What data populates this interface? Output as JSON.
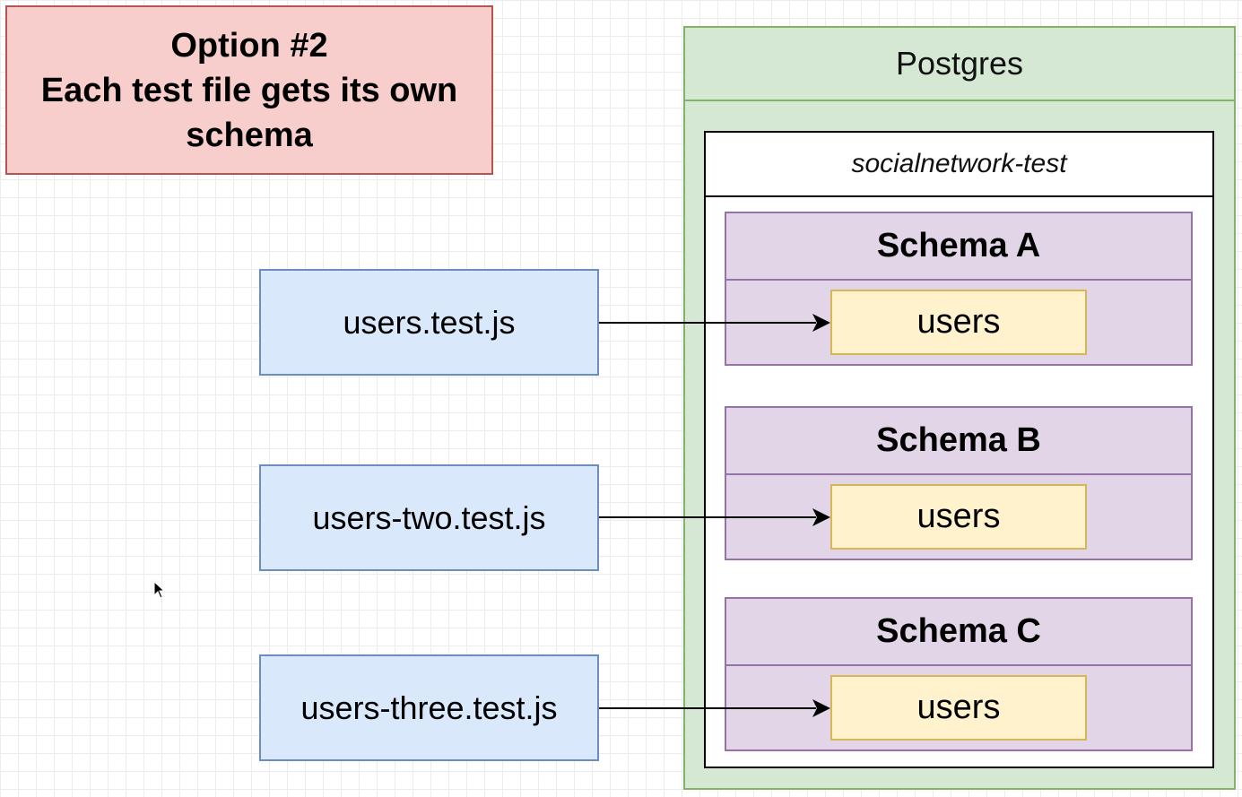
{
  "title": {
    "line1": "Option #2",
    "line2": "Each test file gets its own",
    "line3": "schema"
  },
  "test_files": [
    {
      "label": "users.test.js"
    },
    {
      "label": "users-two.test.js"
    },
    {
      "label": "users-three.test.js"
    }
  ],
  "postgres": {
    "label": "Postgres",
    "database": {
      "label": "socialnetwork-test",
      "schemas": [
        {
          "label": "Schema A",
          "table": "users"
        },
        {
          "label": "Schema B",
          "table": "users"
        },
        {
          "label": "Schema C",
          "table": "users"
        }
      ]
    }
  },
  "colors": {
    "title_fill": "#f8cecc",
    "title_stroke": "#b85450",
    "file_fill": "#dae8fc",
    "file_stroke": "#6c8ebf",
    "postgres_fill": "#d5e8d4",
    "postgres_stroke": "#82b366",
    "schema_fill": "#e1d5e7",
    "schema_stroke": "#9673a6",
    "table_fill": "#fff2cc",
    "table_stroke": "#d6b656"
  }
}
